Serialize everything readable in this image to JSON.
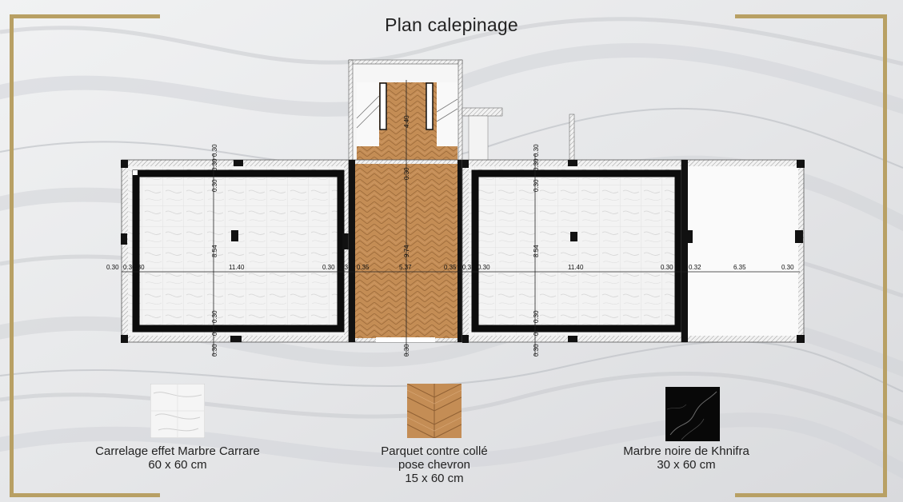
{
  "title": "Plan calepinage",
  "colors": {
    "frame_gold": "#b8a064",
    "wall_black": "#111111",
    "parquet": "#c08a52",
    "white_marble": "#f0f0f0",
    "black_marble": "#0a0a0a"
  },
  "dimensions": {
    "left_room": {
      "width": "11.40",
      "height": "8.54",
      "offset_left_outer": "0.30",
      "offset_left": "0.30",
      "offset_left_b": "0.3",
      "offset_right": "0.30",
      "offset_top_a": "0.30",
      "offset_top_b": "0.30",
      "offset_top_c": "0.30",
      "offset_bottom_a": "0.30",
      "offset_bottom_b": "0.3",
      "offset_bottom_c": "0.30"
    },
    "corridor": {
      "width": "5.37",
      "height": "9.74",
      "stair_height": "4.40",
      "offset_left_a": "0.3",
      "offset_left": "0.35",
      "offset_right": "0.35",
      "offset_right_b": "0.3",
      "offset_top": "0.30",
      "offset_bottom": "0.30"
    },
    "right_room": {
      "width": "11.40",
      "height": "8.54",
      "offset_left": "0.30",
      "offset_right": "0.30",
      "offset_top_a": "0.30",
      "offset_top_b": "0.30",
      "offset_top_c": "0.30",
      "offset_bottom_a": "0.30",
      "offset_bottom_b": "0.3",
      "offset_bottom_c": "0.30"
    },
    "annex": {
      "offset_left": "0.32",
      "width": "6.35",
      "offset_right": "0.30"
    }
  },
  "legend": [
    {
      "icon": "white-marble-swatch",
      "lines": [
        "Carrelage effet Marbre Carrare",
        "60 x 60 cm"
      ]
    },
    {
      "icon": "parquet-chevron-swatch",
      "lines": [
        "Parquet contre collé",
        "pose chevron",
        "15 x 60 cm"
      ]
    },
    {
      "icon": "black-marble-swatch",
      "lines": [
        "Marbre noire de Khnifra",
        "30 x 60 cm"
      ]
    }
  ]
}
